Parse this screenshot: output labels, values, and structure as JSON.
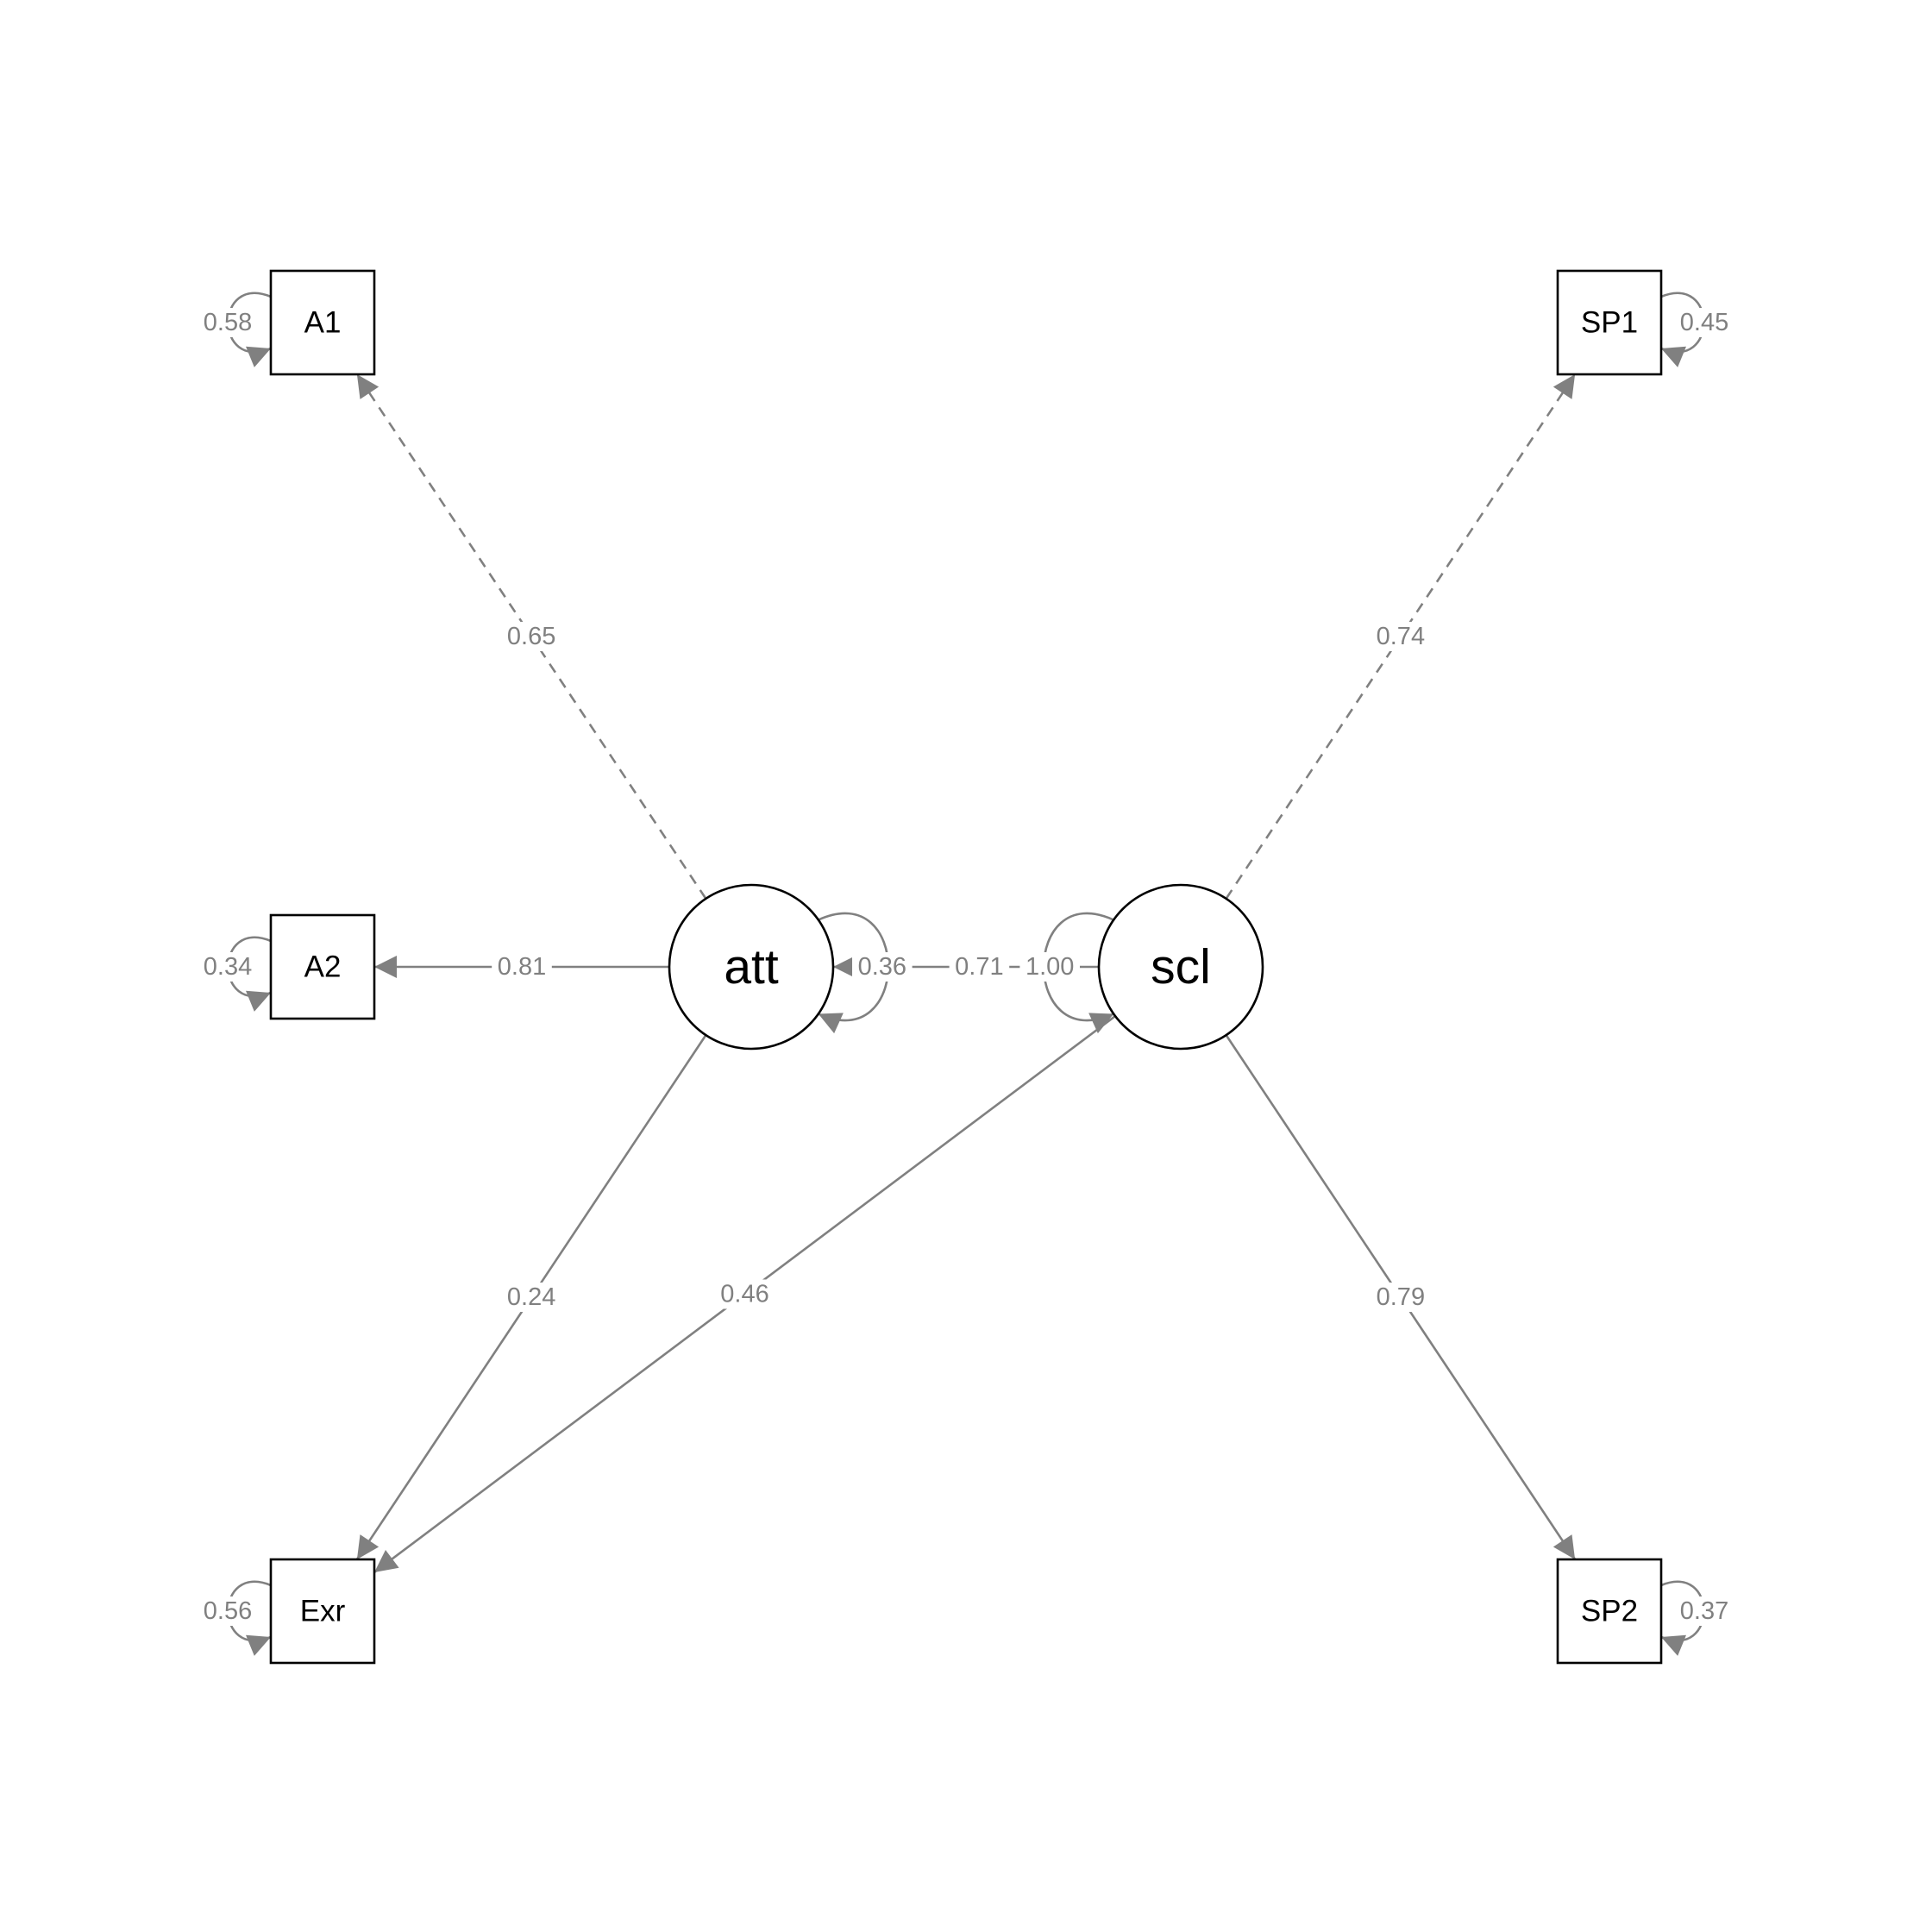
{
  "colors": {
    "edge": "#808080",
    "edge_label": "#808080",
    "node_border": "#000000",
    "node_fill": "#ffffff",
    "background": "#ffffff"
  },
  "nodes": {
    "A1": {
      "label": "A1",
      "shape": "square"
    },
    "A2": {
      "label": "A2",
      "shape": "square"
    },
    "Exr": {
      "label": "Exr",
      "shape": "square"
    },
    "SP1": {
      "label": "SP1",
      "shape": "square"
    },
    "SP2": {
      "label": "SP2",
      "shape": "square"
    },
    "att": {
      "label": "att",
      "shape": "circle"
    },
    "scl": {
      "label": "scl",
      "shape": "circle"
    }
  },
  "loadings": [
    {
      "from": "att",
      "to": "A1",
      "label": "0.65",
      "style": "dashed"
    },
    {
      "from": "att",
      "to": "A2",
      "label": "0.81",
      "style": "solid"
    },
    {
      "from": "att",
      "to": "Exr",
      "label": "0.24",
      "style": "solid"
    },
    {
      "from": "scl",
      "to": "Exr",
      "label": "0.46",
      "style": "solid"
    },
    {
      "from": "scl",
      "to": "SP1",
      "label": "0.74",
      "style": "dashed"
    },
    {
      "from": "scl",
      "to": "SP2",
      "label": "0.79",
      "style": "solid"
    }
  ],
  "covariances": [
    {
      "from": "scl",
      "to": "att",
      "label": "0.71"
    }
  ],
  "residual_variances": [
    {
      "node": "A1",
      "label": "0.58"
    },
    {
      "node": "A2",
      "label": "0.34"
    },
    {
      "node": "Exr",
      "label": "0.56"
    },
    {
      "node": "SP1",
      "label": "0.45"
    },
    {
      "node": "SP2",
      "label": "0.37"
    },
    {
      "node": "att",
      "label": "0.36"
    },
    {
      "node": "scl",
      "label": "1.00"
    }
  ]
}
